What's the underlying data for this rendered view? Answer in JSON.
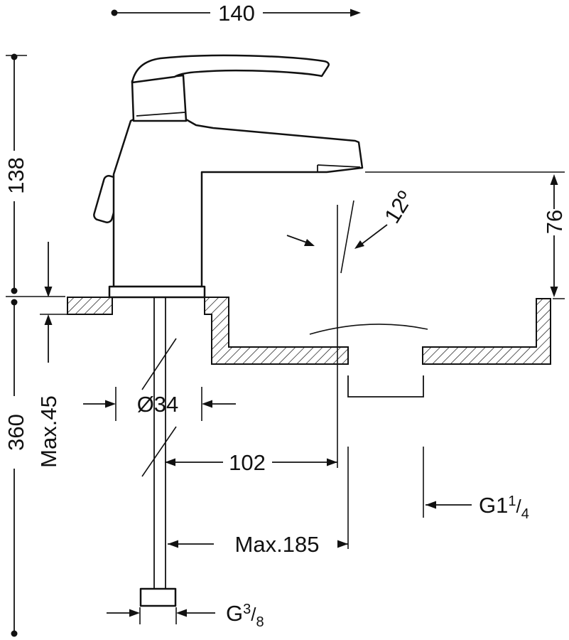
{
  "drawing": {
    "title": "single-lever basin mixer installation drawing",
    "labels": {
      "width_top": "140",
      "height_left": "138",
      "depth_total": "360",
      "counter_max": "Max.45",
      "spout_height": "76",
      "angle": "12º",
      "diameter": "Ø34",
      "reach": "102",
      "max_depth": "Max.185",
      "drain_thread_prefix": "G1",
      "drain_thread_num": "1",
      "drain_thread_den": "4",
      "supply_thread_prefix": "G",
      "supply_thread_num": "3",
      "supply_thread_den": "8",
      "frac_slash": "/"
    },
    "colors": {
      "line": "#111111",
      "background": "#ffffff"
    }
  }
}
